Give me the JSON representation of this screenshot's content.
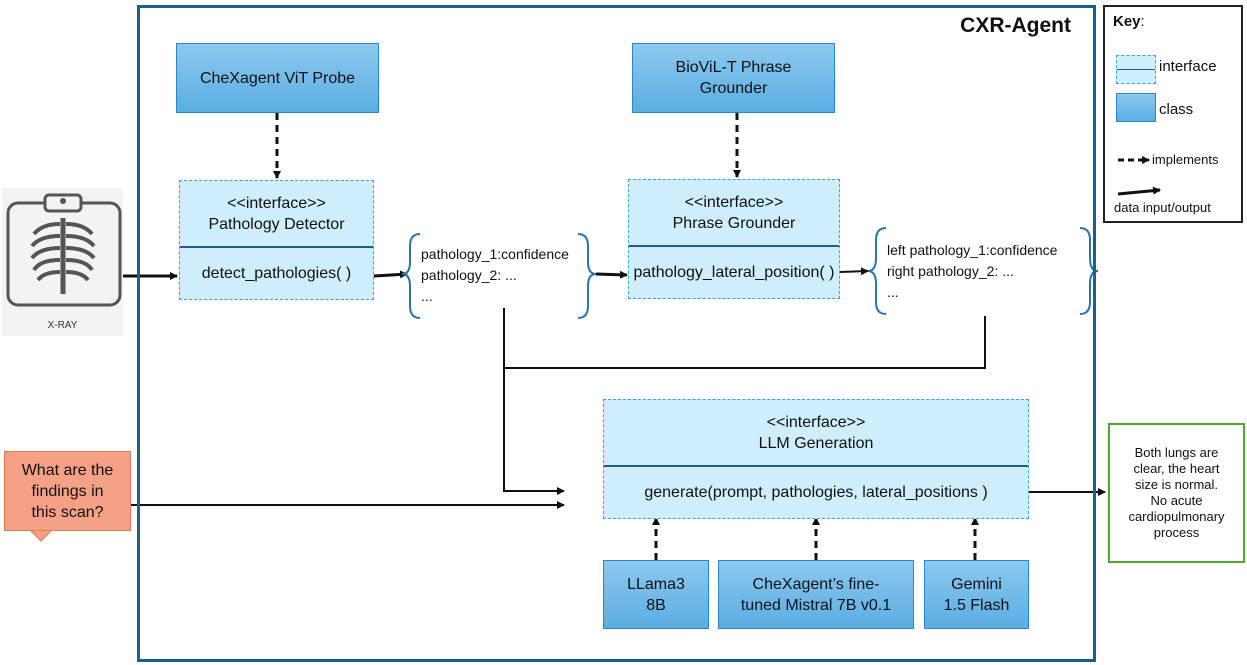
{
  "agent": {
    "title": "CXR-Agent"
  },
  "xray": {
    "label": "X-RAY"
  },
  "probe": {
    "label": "CheXagent ViT Probe"
  },
  "grounder_class": {
    "line1": "BioViL-T Phrase",
    "line2": "Grounder"
  },
  "pathology_detector": {
    "stereotype": "<<interface>>",
    "name": "Pathology Detector",
    "method": "detect_pathologies( )"
  },
  "phrase_grounder": {
    "stereotype": "<<interface>>",
    "name": "Phrase Grounder",
    "method": "pathology_lateral_position( )"
  },
  "llm_generation": {
    "stereotype": "<<interface>>",
    "name": "LLM Generation",
    "method": "generate(prompt, pathologies, lateral_positions )"
  },
  "pathology_list": [
    "pathology_1:confidence",
    "pathology_2: ...",
    "..."
  ],
  "lateral_list": [
    "left pathology_1:confidence",
    "right pathology_2: ...",
    "..."
  ],
  "question": {
    "lines": [
      "What are the",
      "findings in",
      "this scan?"
    ]
  },
  "models": [
    {
      "lines": [
        "LLama3",
        "8B"
      ]
    },
    {
      "lines": [
        "CheXagent’s fine-",
        "tuned Mistral 7B v0.1"
      ]
    },
    {
      "lines": [
        "Gemini",
        "1.5 Flash"
      ]
    }
  ],
  "output": {
    "lines": [
      "Both lungs are",
      "clear, the heart",
      "size is normal.",
      "No acute",
      "cardiopulmonary",
      "process"
    ]
  },
  "key": {
    "title": "Key",
    "colon": ":",
    "interface": "interface",
    "class": "class",
    "implements": "implements",
    "data_io": "data input/output"
  },
  "colors": {
    "class_fill": "#6fb8e8",
    "interface_fill": "#cdeefa",
    "agent_border": "#1f5f86",
    "question_fill": "#f4a185",
    "output_border": "#4ea72e"
  }
}
